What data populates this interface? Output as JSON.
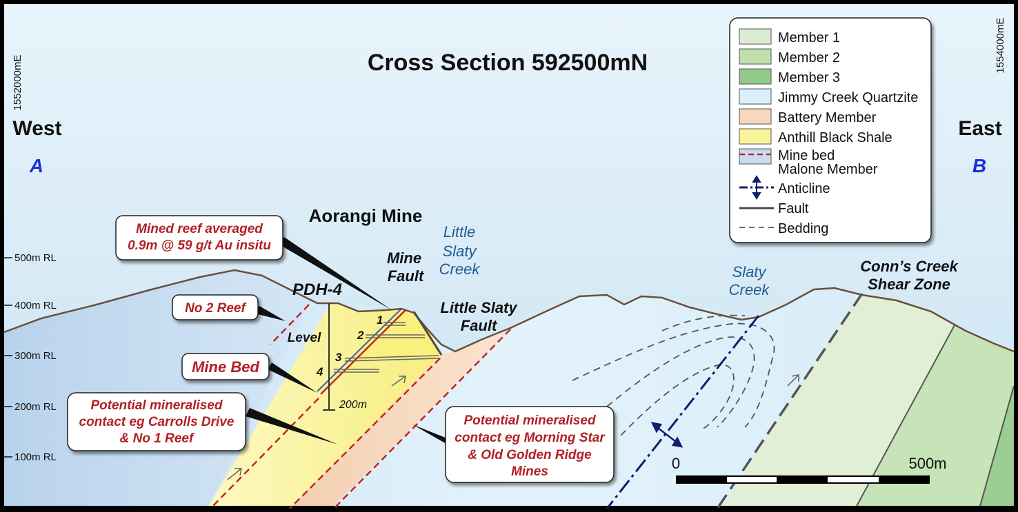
{
  "title": "Cross Section 592500mN",
  "easting_left": "1552000mE",
  "easting_right": "1554000mE",
  "direction_west": "West",
  "direction_east": "East",
  "section_start": "A",
  "section_end": "B",
  "rl_labels": [
    "500m RL",
    "400m RL",
    "300m RL",
    "200m RL",
    "100m RL"
  ],
  "mine_name": "Aorangi Mine",
  "drillhole": {
    "name": "PDH-4",
    "depth_label": "200m"
  },
  "level_label": "Level",
  "levels": [
    "1",
    "2",
    "3",
    "4"
  ],
  "faults": {
    "mine_fault": [
      "Mine",
      "Fault"
    ],
    "little_slaty_fault": [
      "Little Slaty",
      "Fault"
    ],
    "conns_creek": [
      "Conn’s Creek",
      "Shear Zone"
    ]
  },
  "creeks": {
    "little_slaty": [
      "Little",
      "Slaty",
      "Creek"
    ],
    "slaty": [
      "Slaty",
      "Creek"
    ]
  },
  "callouts": {
    "mined_reef": [
      "Mined reef averaged",
      "0.9m @ 59 g/t Au insitu"
    ],
    "no2_reef": [
      "No 2 Reef"
    ],
    "mine_bed": [
      "Mine Bed"
    ],
    "carrolls": [
      "Potential mineralised",
      "contact eg Carrolls Drive",
      "& No 1 Reef"
    ],
    "morning_star": [
      "Potential mineralised",
      "contact eg Morning Star",
      "& Old Golden Ridge",
      "Mines"
    ]
  },
  "legend": {
    "items": [
      {
        "label": "Member 1",
        "color": "#dcedd2"
      },
      {
        "label": "Member 2",
        "color": "#bde0ad"
      },
      {
        "label": "Member 3",
        "color": "#93c98a"
      },
      {
        "label": "Jimmy Creek Quartzite",
        "color": "#dcf0fb"
      },
      {
        "label": "Battery Member",
        "color": "#f7d8be"
      },
      {
        "label": "Anthill Black Shale",
        "color": "#fbf59a"
      }
    ],
    "mine_bed": "Mine bed",
    "malone": "Malone Member",
    "anticline": "Anticline",
    "fault": "Fault",
    "bedding": "Bedding"
  },
  "scale": {
    "start": "0",
    "end": "500m"
  },
  "colors": {
    "sky": "#cfe6f4",
    "quartzite": "#dcf0fb",
    "malone": "#c6dcf1",
    "battery": "#f7d8be",
    "anthill": "#fbf59a",
    "callout_text": "#b21f24",
    "creek_text": "#1f5d94",
    "letter": "#1b2fd6",
    "anticline": "#0e1f6e"
  }
}
